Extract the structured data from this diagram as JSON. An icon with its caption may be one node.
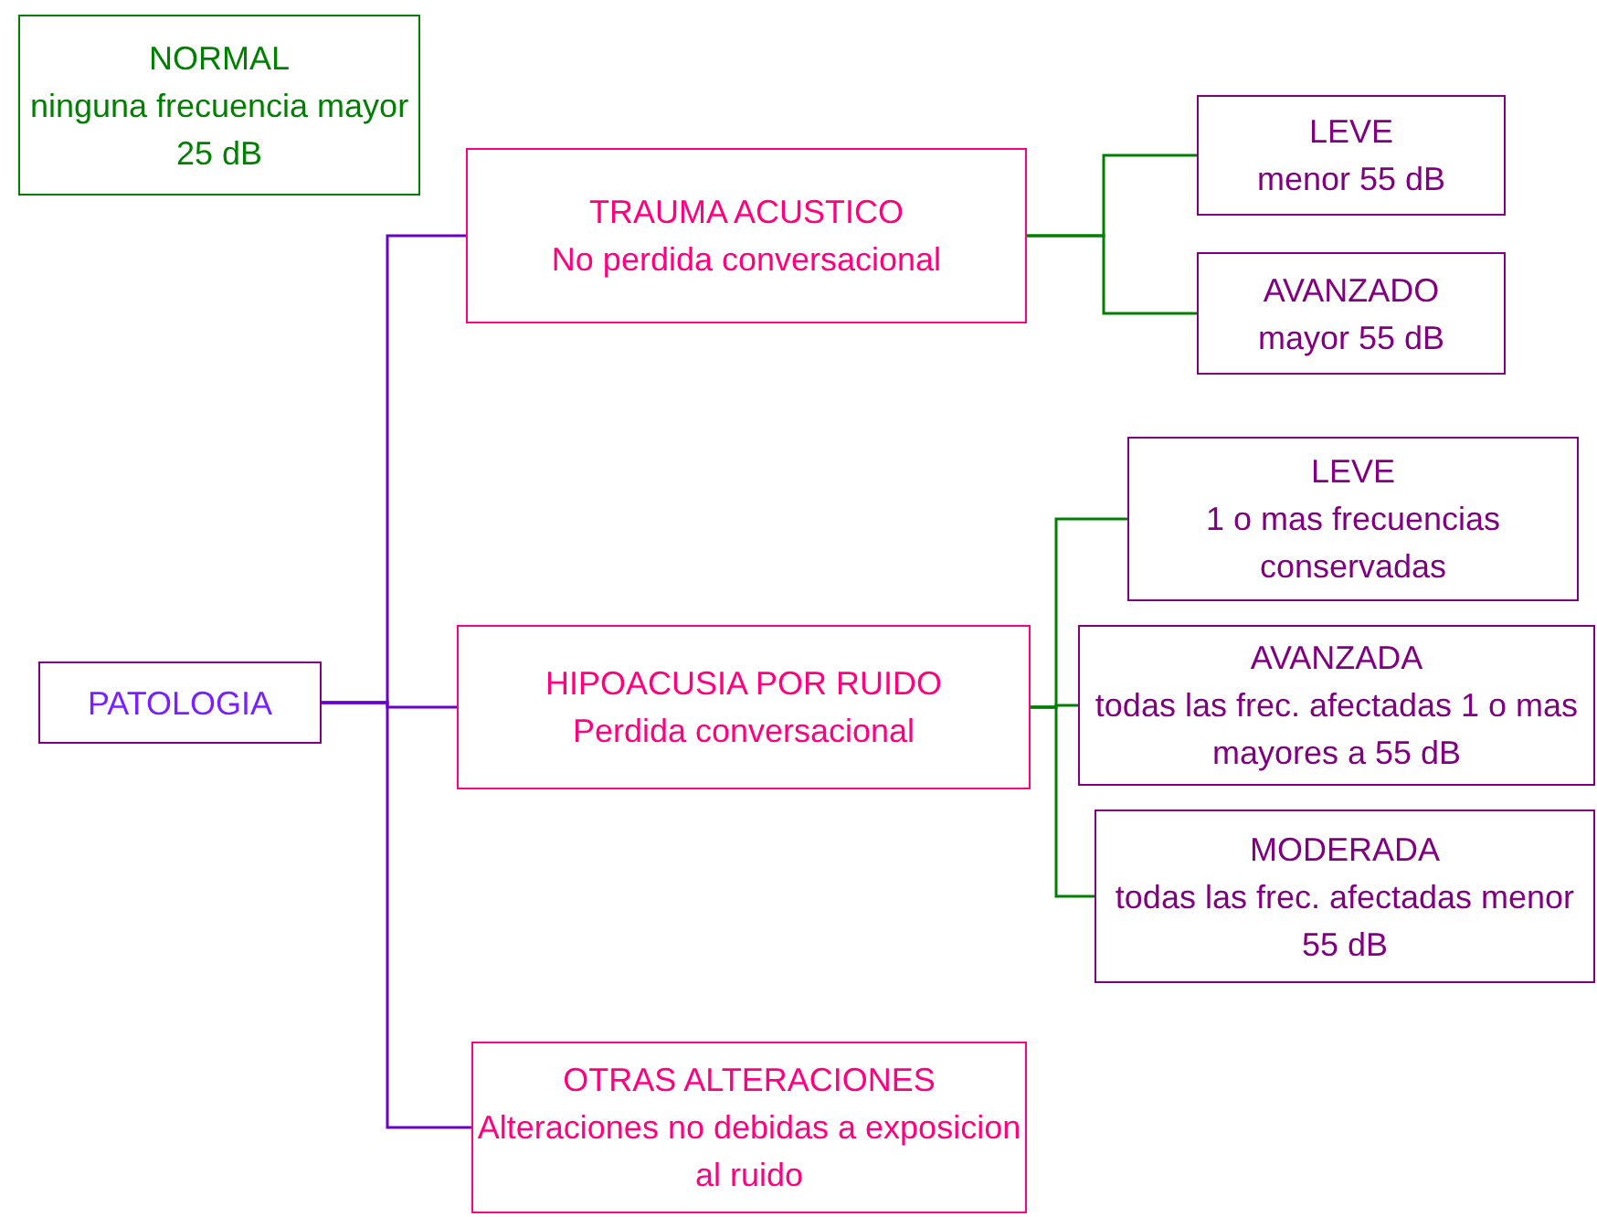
{
  "diagram": {
    "nodes": [
      {
        "text": [
          "NORMAL",
          "ninguna frecuencia mayor 25 dB"
        ]
      },
      {
        "text": [
          "PATOLOGIA"
        ]
      },
      {
        "text": [
          "TRAUMA ACUSTICO",
          "No perdida conversacional"
        ]
      },
      {
        "text": [
          "HIPOACUSIA POR RUIDO",
          "Perdida conversacional"
        ]
      },
      {
        "text": [
          "OTRAS ALTERACIONES",
          "Alteraciones no debidas a exposicion al ruido"
        ]
      },
      {
        "text": [
          "LEVE",
          "menor 55 dB"
        ]
      },
      {
        "text": [
          "AVANZADO",
          "mayor 55 dB"
        ]
      },
      {
        "text": [
          "LEVE",
          "1 o mas frecuencias conservadas"
        ]
      },
      {
        "text": [
          "AVANZADA",
          "todas las frec. afectadas 1 o mas mayores a 55 dB"
        ]
      },
      {
        "text": [
          "MODERADA",
          "todas las frec. afectadas menor 55 dB"
        ]
      }
    ],
    "edges": [
      {
        "from": 1,
        "to": 2,
        "arrow": "none",
        "color": "#6a00cc"
      },
      {
        "from": 1,
        "to": 3,
        "arrow": "none",
        "color": "#6a00cc"
      },
      {
        "from": 1,
        "to": 4,
        "arrow": "none",
        "color": "#6a00cc"
      },
      {
        "from": 2,
        "to": 5,
        "arrow": "none"
      },
      {
        "from": 2,
        "to": 6,
        "arrow": "none"
      },
      {
        "from": 3,
        "to": 7,
        "arrow": "none"
      },
      {
        "from": 3,
        "to": 8,
        "arrow": "none"
      },
      {
        "from": 3,
        "to": 9,
        "arrow": "none"
      }
    ]
  }
}
